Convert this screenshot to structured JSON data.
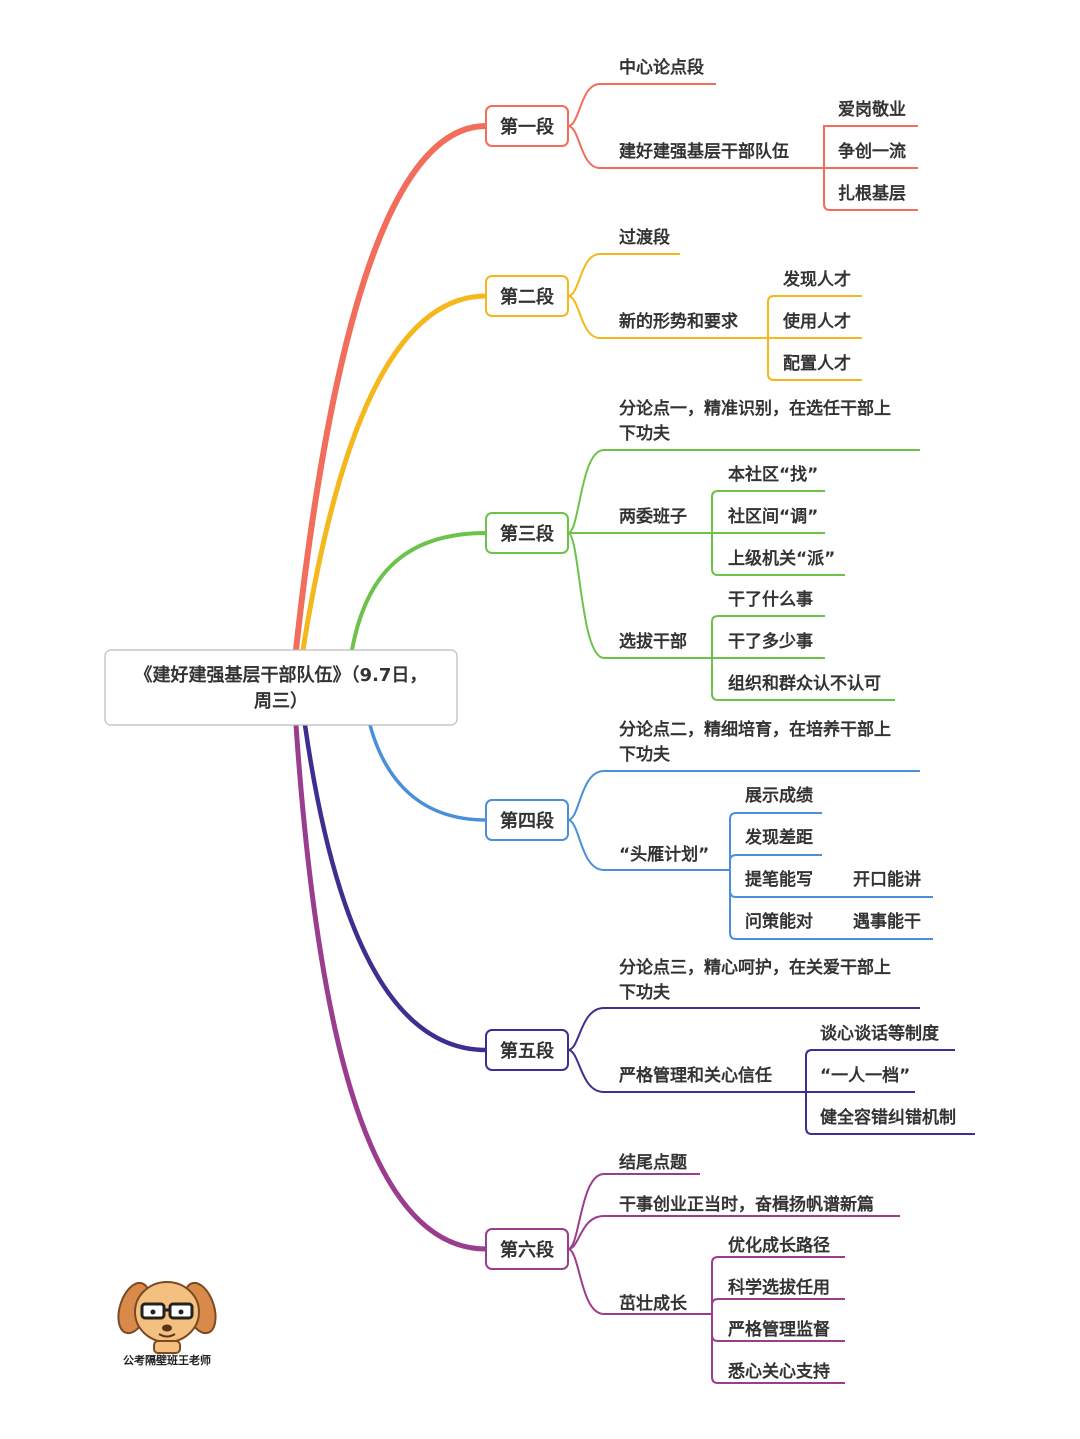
{
  "root": {
    "line1": "《建好建强基层干部队伍》（9.7日，",
    "line2": "周三）"
  },
  "branches": [
    {
      "label": "第一段",
      "color": "#f26d5b",
      "children": [
        {
          "text": "中心论点段"
        },
        {
          "text": "建好建强基层干部队伍",
          "children": [
            "爱岗敬业",
            "争创一流",
            "扎根基层"
          ]
        }
      ]
    },
    {
      "label": "第二段",
      "color": "#f5b81c",
      "children": [
        {
          "text": "过渡段"
        },
        {
          "text": "新的形势和要求",
          "children": [
            "发现人才",
            "使用人才",
            "配置人才"
          ]
        }
      ]
    },
    {
      "label": "第三段",
      "color": "#6cc24a",
      "children": [
        {
          "text": "分论点一，精准识别，在选任干部上",
          "text2": "下功夫"
        },
        {
          "text": "两委班子",
          "children": [
            "本社区“找”",
            "社区间“调”",
            "上级机关“派”"
          ]
        },
        {
          "text": "选拔干部",
          "children": [
            "干了什么事",
            "干了多少事",
            "组织和群众认不认可"
          ]
        }
      ]
    },
    {
      "label": "第四段",
      "color": "#4a8fd9",
      "children": [
        {
          "text": "分论点二，精细培育，在培养干部上",
          "text2": "下功夫"
        },
        {
          "text": "“头雁计划”",
          "children": [
            "展示成绩",
            "发现差距",
            "提笔能写",
            "问策能对"
          ],
          "extras": [
            "开口能讲",
            "遇事能干"
          ]
        }
      ]
    },
    {
      "label": "第五段",
      "color": "#3b2f8f",
      "children": [
        {
          "text": "分论点三，精心呵护，在关爱干部上",
          "text2": "下功夫"
        },
        {
          "text": "严格管理和关心信任",
          "children": [
            "谈心谈话等制度",
            "“一人一档”",
            "健全容错纠错机制"
          ]
        }
      ]
    },
    {
      "label": "第六段",
      "color": "#9b3d8e",
      "children": [
        {
          "text": "结尾点题"
        },
        {
          "text": "干事创业正当时，奋楫扬帆谱新篇"
        },
        {
          "text": "茁壮成长",
          "children": [
            "优化成长路径",
            "科学选拔任用",
            "严格管理监督",
            "悉心关心支持"
          ]
        }
      ]
    }
  ],
  "mascot": {
    "caption": "公考隔壁班王老师"
  }
}
